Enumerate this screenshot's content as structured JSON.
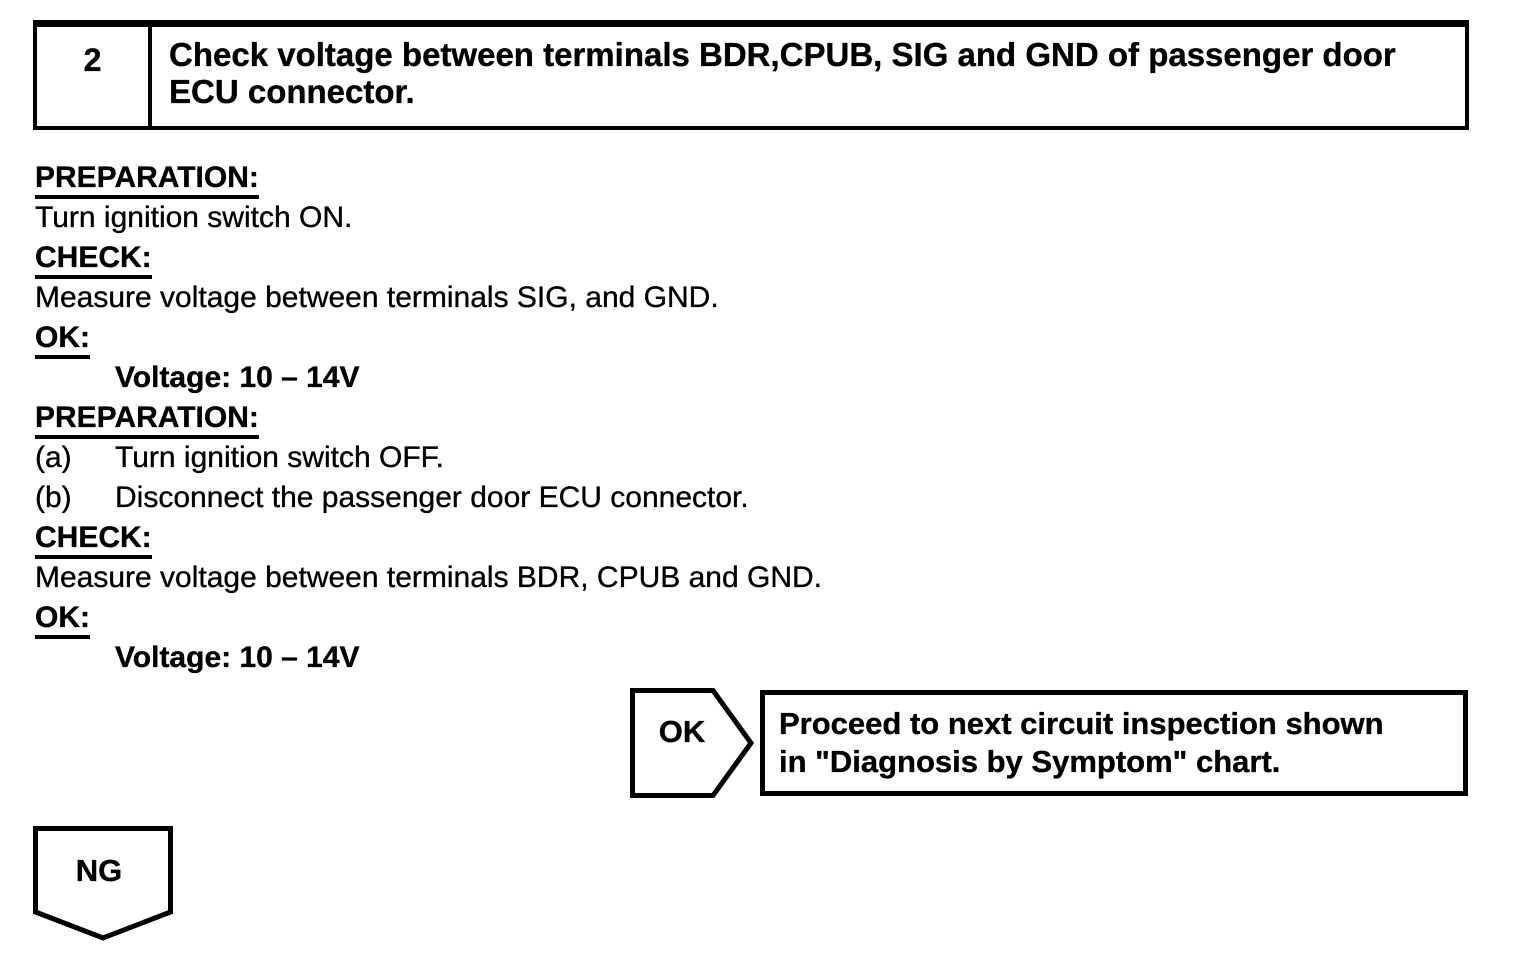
{
  "page_type": "service-manual-diagnostic-step",
  "colors": {
    "ink": "#000000",
    "paper": "#ffffff"
  },
  "header": {
    "step_number": "2",
    "title": "Check voltage between terminals BDR,CPUB, SIG and GND of passenger door ECU connector."
  },
  "instructions": {
    "preparation1": {
      "label": "PREPARATION:",
      "text": "Turn ignition switch ON."
    },
    "check1": {
      "label": "CHECK:",
      "text": "Measure voltage between terminals SIG, and GND."
    },
    "ok1": {
      "label": "OK:",
      "value": "Voltage: 10 – 14V"
    },
    "preparation2": {
      "label": "PREPARATION:",
      "items": [
        {
          "marker": "(a)",
          "text": "Turn ignition switch OFF."
        },
        {
          "marker": "(b)",
          "text": "Disconnect the passenger door ECU connector."
        }
      ]
    },
    "check2": {
      "label": "CHECK:",
      "text": "Measure voltage between terminals BDR, CPUB and GND."
    },
    "ok2": {
      "label": "OK:",
      "value": "Voltage: 10 – 14V"
    }
  },
  "flow": {
    "ok_connector": {
      "label": "OK"
    },
    "ok_result": {
      "line1": "Proceed to next circuit inspection shown",
      "line2": "in \"Diagnosis by Symptom\" chart."
    },
    "ng_connector": {
      "label": "NG"
    }
  }
}
